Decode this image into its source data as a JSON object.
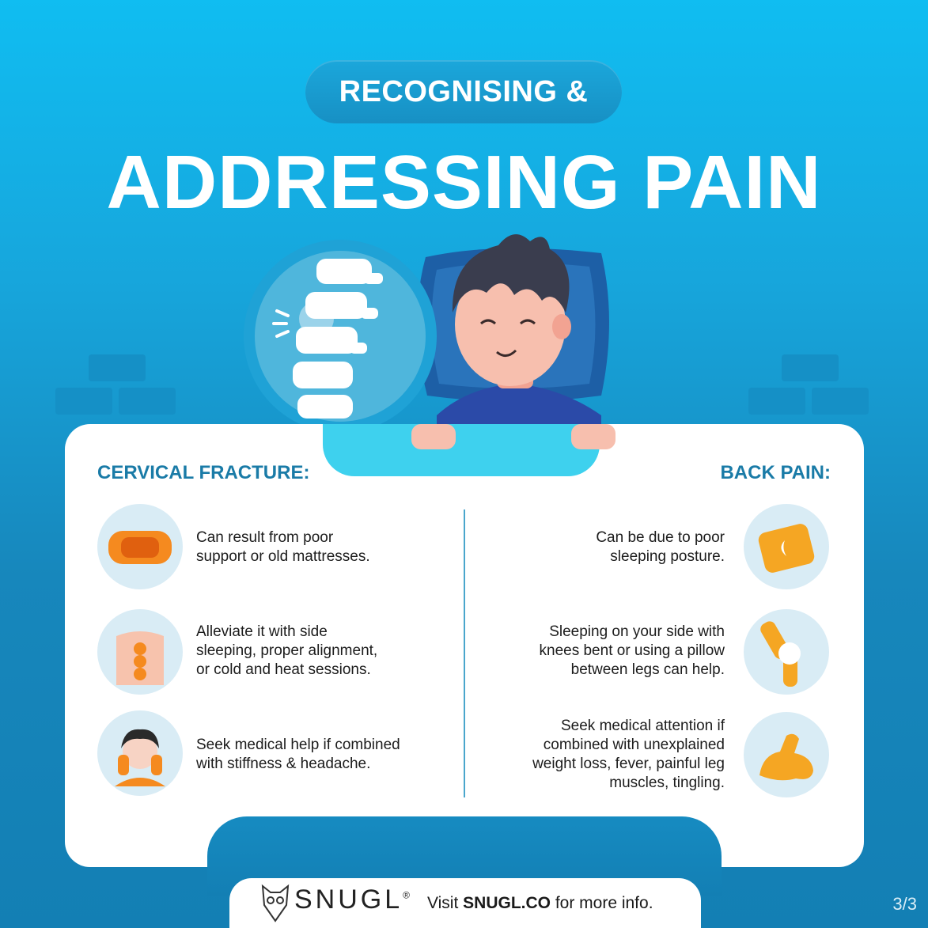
{
  "header": {
    "pill_text": "RECOGNISING &",
    "title": "ADDRESSING PAIN"
  },
  "cervical": {
    "heading": "CERVICAL FRACTURE:",
    "items": [
      {
        "line1": "Can result from poor",
        "line2": "support or old mattresses.",
        "line3": "",
        "icon": "mattress-icon"
      },
      {
        "line1": "Alleviate it with side",
        "line2": "sleeping, proper alignment,",
        "line3": "or cold and heat sessions.",
        "icon": "back-spine-icon"
      },
      {
        "line1": "Seek medical help if combined",
        "line2": "with stiffness & headache.",
        "line3": "",
        "icon": "headache-person-icon"
      }
    ]
  },
  "back": {
    "heading": "BACK PAIN:",
    "items": [
      {
        "line1": "Can be due to poor",
        "line2": "sleeping posture.",
        "line3": "",
        "line4": "",
        "icon": "pillow-icon"
      },
      {
        "line1": "Sleeping on your side with",
        "line2": "knees bent or using a pillow",
        "line3": "between legs can help.",
        "line4": "",
        "icon": "knee-joint-icon"
      },
      {
        "line1": "Seek medical attention if",
        "line2": "combined with unexplained",
        "line3": "weight loss, fever, painful leg",
        "line4": "muscles, tingling.",
        "icon": "flexed-arm-icon"
      }
    ]
  },
  "footer": {
    "brand": "SNUGL",
    "registered": "®",
    "visit_prefix": "Visit ",
    "visit_site": "SNUGL.CO",
    "visit_suffix": " for more info.",
    "page": "3/3"
  },
  "colors": {
    "accent_orange": "#f5a623",
    "heading_blue": "#1a7ba7",
    "icon_bg": "#d9ecf5"
  }
}
